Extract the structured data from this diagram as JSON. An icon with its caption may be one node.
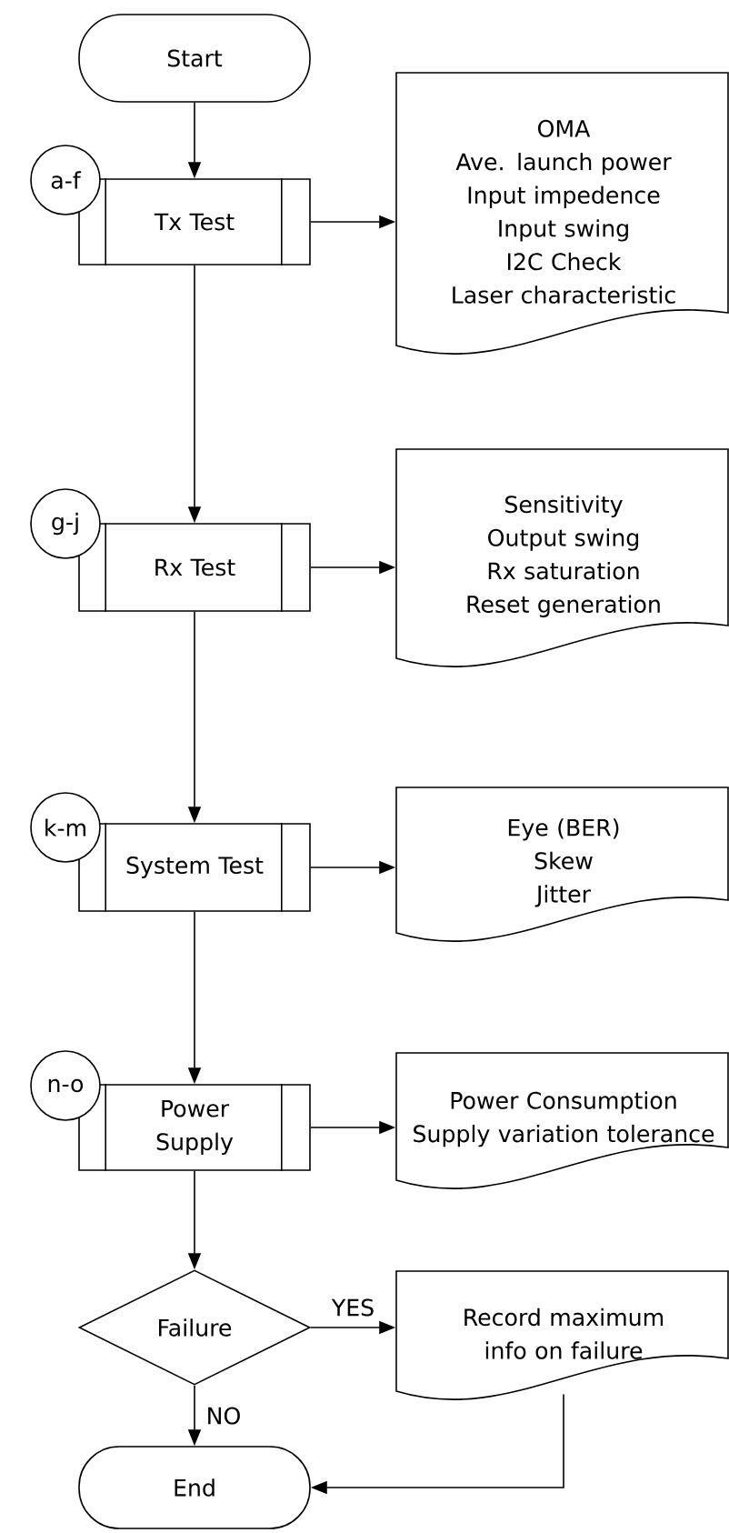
{
  "diagram": {
    "nodes": [
      {
        "text": [
          "Start"
        ]
      },
      {
        "text": [
          "a-f"
        ]
      },
      {
        "text": [
          "Tx Test"
        ]
      },
      {
        "text": [
          "OMA",
          "Ave. launch power",
          "Input impedence",
          "Input swing",
          "I2C Check",
          "Laser characteristic"
        ]
      },
      {
        "text": [
          "g-j"
        ]
      },
      {
        "text": [
          "Rx Test"
        ]
      },
      {
        "text": [
          "Sensitivity",
          "Output swing",
          "Rx saturation",
          "Reset generation"
        ]
      },
      {
        "text": [
          "k-m"
        ]
      },
      {
        "text": [
          "System Test"
        ]
      },
      {
        "text": [
          "Eye (BER)",
          "Skew",
          "Jitter"
        ]
      },
      {
        "text": [
          "n-o"
        ]
      },
      {
        "text": [
          "Power Supply"
        ]
      },
      {
        "text": [
          "Power Consumption",
          "Supply variation tolerance"
        ]
      },
      {
        "text": [
          "Failure"
        ]
      },
      {
        "text": [
          "Record maximum info on failure"
        ]
      },
      {
        "text": [
          "End"
        ]
      }
    ],
    "edges": [
      {
        "from": 0,
        "to": 2,
        "arrow": "to"
      },
      {
        "from": 2,
        "to": 3,
        "arrow": "to"
      },
      {
        "from": 2,
        "to": 5,
        "arrow": "to"
      },
      {
        "from": 5,
        "to": 6,
        "arrow": "to"
      },
      {
        "from": 5,
        "to": 8,
        "arrow": "to"
      },
      {
        "from": 8,
        "to": 9,
        "arrow": "to"
      },
      {
        "from": 8,
        "to": 11,
        "arrow": "to"
      },
      {
        "from": 11,
        "to": 12,
        "arrow": "to"
      },
      {
        "from": 11,
        "to": 13,
        "arrow": "to"
      },
      {
        "from": 13,
        "to": 14,
        "arrow": "to",
        "label": "YES"
      },
      {
        "from": 13,
        "to": 15,
        "arrow": "to",
        "label": "NO"
      },
      {
        "from": 14,
        "to": 15,
        "arrow": "to"
      }
    ]
  }
}
